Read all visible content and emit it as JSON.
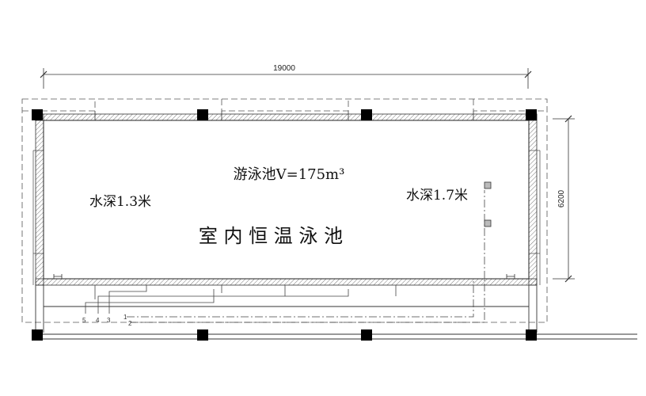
{
  "dimensions": {
    "width_label": "19000",
    "height_label": "6200"
  },
  "labels": {
    "pool_volume": "游泳池V=175m³",
    "depth_left": "水深1.3米",
    "depth_right": "水深1.7米",
    "pool_name": "室 内 恒 温 泳 池"
  },
  "pipe_numbers": [
    "5",
    "4",
    "3",
    "1",
    "2"
  ],
  "colors": {
    "line": "#333333",
    "column": "#000000",
    "marker": "#999999"
  }
}
